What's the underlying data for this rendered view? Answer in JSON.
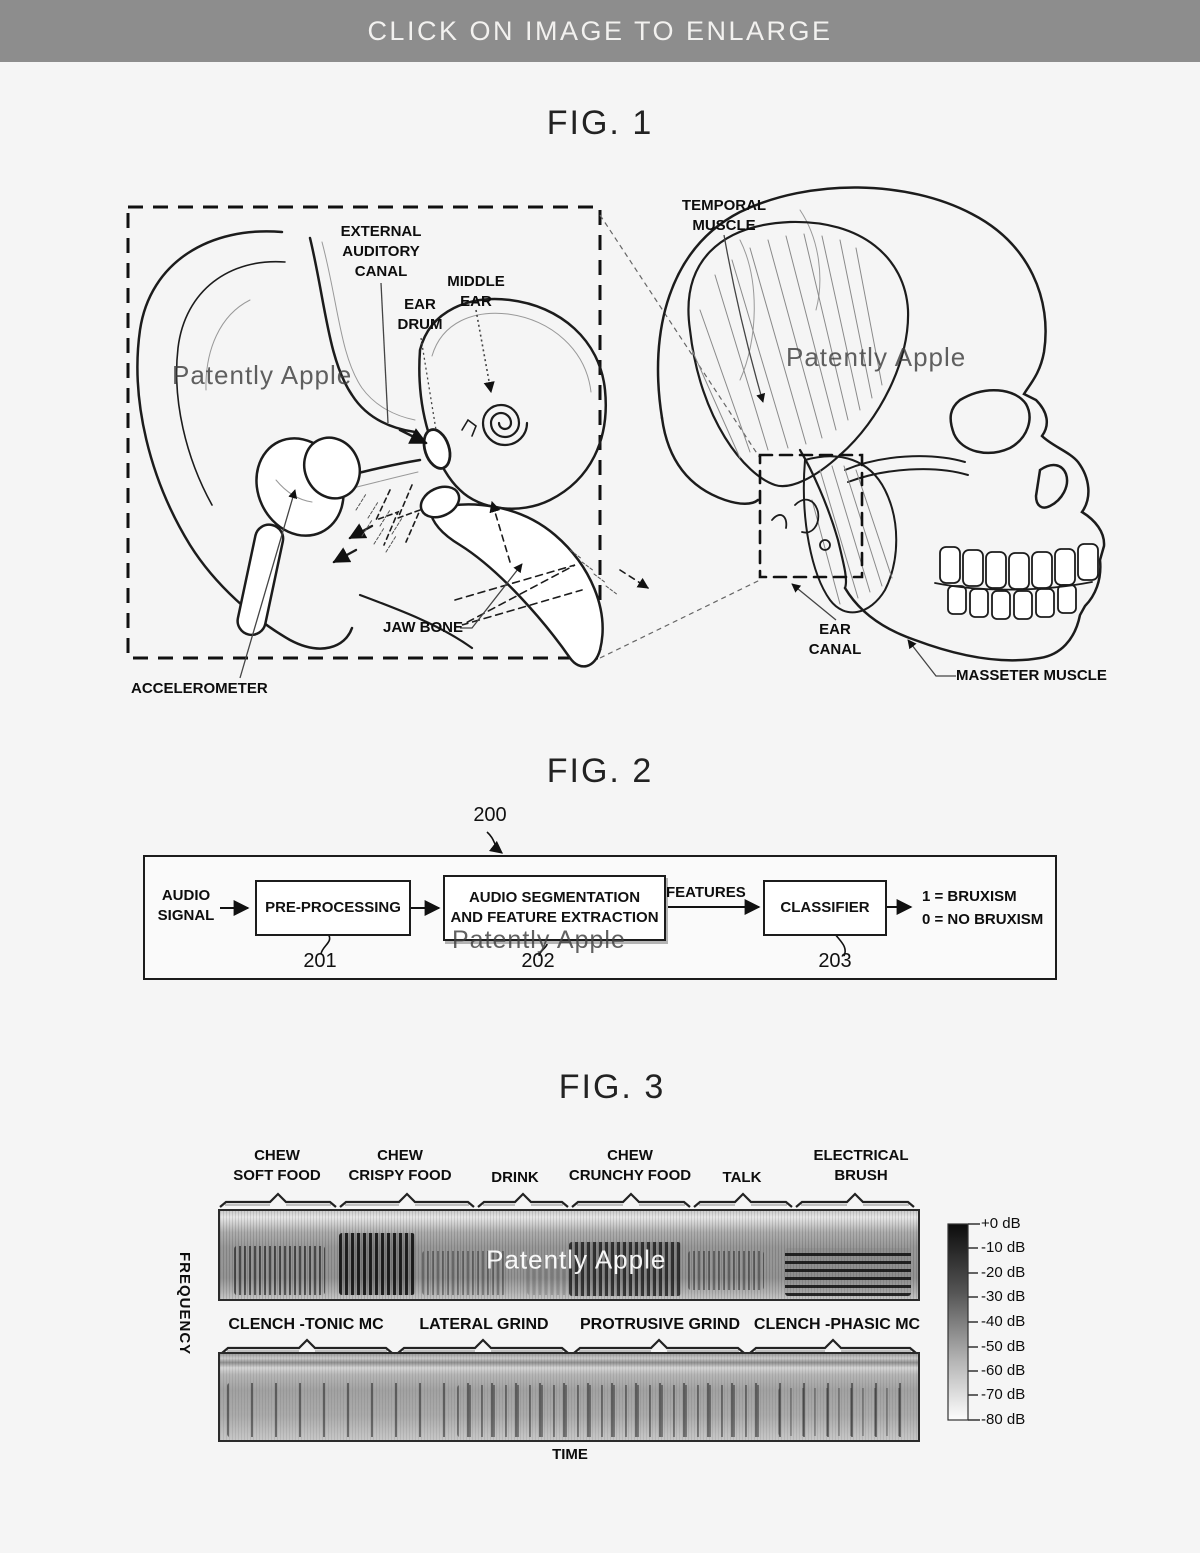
{
  "banner": {
    "text": "CLICK ON IMAGE TO ENLARGE",
    "bg_color": "#8d8d8d",
    "text_color": "#f2f1ef"
  },
  "colors": {
    "page_bg": "#f5f5f5",
    "line_art": "#1c1c1c"
  },
  "fig1": {
    "title": "FIG. 1",
    "watermark": "Patently Apple",
    "labels": {
      "external_auditory_canal": "EXTERNAL\nAUDITORY\nCANAL",
      "middle_ear": "MIDDLE\nEAR",
      "ear_drum": "EAR\nDRUM",
      "jaw_bone": "JAW BONE",
      "accelerometer": "ACCELEROMETER",
      "temporal_muscle": "TEMPORAL\nMUSCLE",
      "ear_canal": "EAR\nCANAL",
      "masseter_muscle": "MASSETER MUSCLE"
    }
  },
  "fig2": {
    "title": "FIG. 2",
    "ref": "200",
    "input_label": "AUDIO\nSIGNAL",
    "features_label": "FEATURES",
    "output_line1": "1 = BRUXISM",
    "output_line2": "0 = NO BRUXISM",
    "watermark": "Patently Apple",
    "blocks": [
      {
        "label": "PRE-PROCESSING",
        "ref": "201"
      },
      {
        "label": "AUDIO SEGMENTATION\nAND FEATURE EXTRACTION",
        "ref": "202"
      },
      {
        "label": "CLASSIFIER",
        "ref": "203"
      }
    ]
  },
  "fig3": {
    "title": "FIG. 3",
    "watermark": "Patently Apple",
    "xlabel": "TIME",
    "ylabel": "FREQUENCY",
    "top_segments": [
      "CHEW\nSOFT FOOD",
      "CHEW\nCRISPY FOOD",
      "DRINK",
      "CHEW\nCRUNCHY FOOD",
      "TALK",
      "ELECTRICAL\nBRUSH"
    ],
    "bottom_segments": [
      "CLENCH -TONIC MC",
      "LATERAL GRIND",
      "PROTRUSIVE GRIND",
      "CLENCH -PHASIC MC"
    ],
    "legend": [
      "+0 dB",
      "-10 dB",
      "-20 dB",
      "-30 dB",
      "-40 dB",
      "-50 dB",
      "-60 dB",
      "-70 dB",
      "-80 dB"
    ]
  },
  "chart_data": {
    "type": "heatmap",
    "title": "FIG. 3",
    "xlabel": "TIME",
    "ylabel": "FREQUENCY",
    "legend_position": "right",
    "colorbar": {
      "tick_labels": [
        "+0 dB",
        "-10 dB",
        "-20 dB",
        "-30 dB",
        "-40 dB",
        "-50 dB",
        "-60 dB",
        "-70 dB",
        "-80 dB"
      ],
      "range_db": [
        0,
        -80
      ],
      "scale": "black=0dB to white=-80dB"
    },
    "panels": [
      {
        "name": "non-bruxism activities spectrogram",
        "segments": [
          "CHEW SOFT FOOD",
          "CHEW CRISPY FOOD",
          "DRINK",
          "CHEW CRUNCHY FOOD",
          "TALK",
          "ELECTRICAL BRUSH"
        ]
      },
      {
        "name": "bruxism activities spectrogram",
        "segments": [
          "CLENCH -TONIC MC",
          "LATERAL GRIND",
          "PROTRUSIVE GRIND",
          "CLENCH -PHASIC MC"
        ]
      }
    ]
  }
}
